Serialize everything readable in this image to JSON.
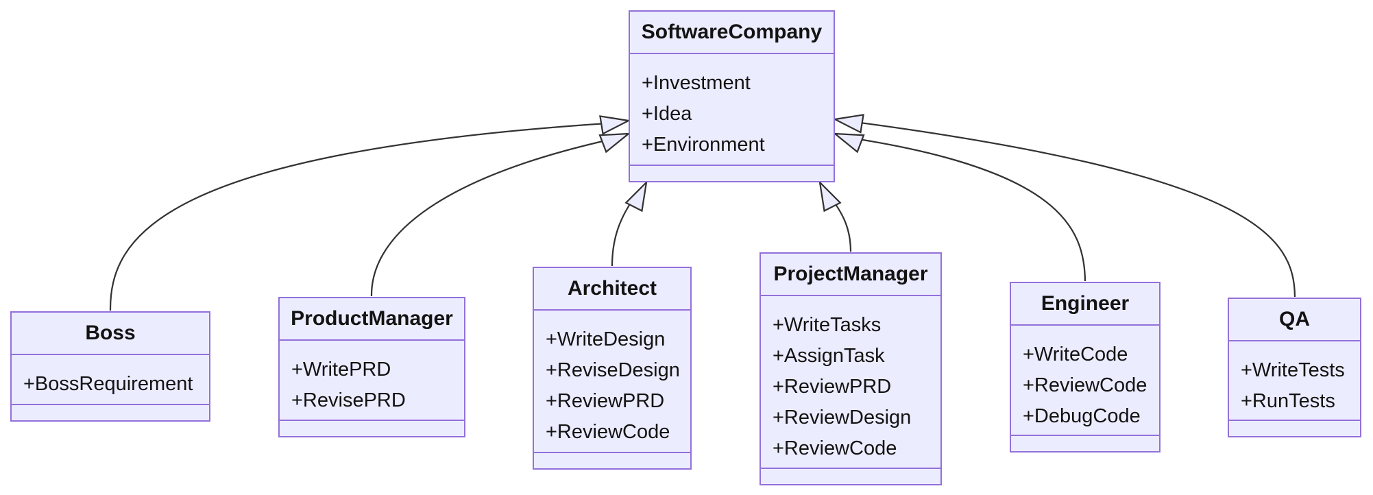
{
  "diagram": {
    "kind": "uml-class-diagram",
    "colors": {
      "node_fill": "#ECECFF",
      "node_border": "#9370DB",
      "edge_color": "#333333",
      "arrowhead_fill": "#ECECFF",
      "text_color": "#131313",
      "background": "#FFFFFF"
    },
    "classes": {
      "software_company": {
        "name": "SoftwareCompany",
        "members": [
          "+Investment",
          "+Idea",
          "+Environment"
        ]
      },
      "boss": {
        "name": "Boss",
        "members": [
          "+BossRequirement"
        ]
      },
      "product_manager": {
        "name": "ProductManager",
        "members": [
          "+WritePRD",
          "+RevisePRD"
        ]
      },
      "architect": {
        "name": "Architect",
        "members": [
          "+WriteDesign",
          "+ReviseDesign",
          "+ReviewPRD",
          "+ReviewCode"
        ]
      },
      "project_manager": {
        "name": "ProjectManager",
        "members": [
          "+WriteTasks",
          "+AssignTask",
          "+ReviewPRD",
          "+ReviewDesign",
          "+ReviewCode"
        ]
      },
      "engineer": {
        "name": "Engineer",
        "members": [
          "+WriteCode",
          "+ReviewCode",
          "+DebugCode"
        ]
      },
      "qa": {
        "name": "QA",
        "members": [
          "+WriteTests",
          "+RunTests"
        ]
      }
    },
    "relations": [
      {
        "from": "Boss",
        "to": "SoftwareCompany",
        "type": "inheritance"
      },
      {
        "from": "ProductManager",
        "to": "SoftwareCompany",
        "type": "inheritance"
      },
      {
        "from": "Architect",
        "to": "SoftwareCompany",
        "type": "inheritance"
      },
      {
        "from": "ProjectManager",
        "to": "SoftwareCompany",
        "type": "inheritance"
      },
      {
        "from": "Engineer",
        "to": "SoftwareCompany",
        "type": "inheritance"
      },
      {
        "from": "QA",
        "to": "SoftwareCompany",
        "type": "inheritance"
      }
    ]
  }
}
